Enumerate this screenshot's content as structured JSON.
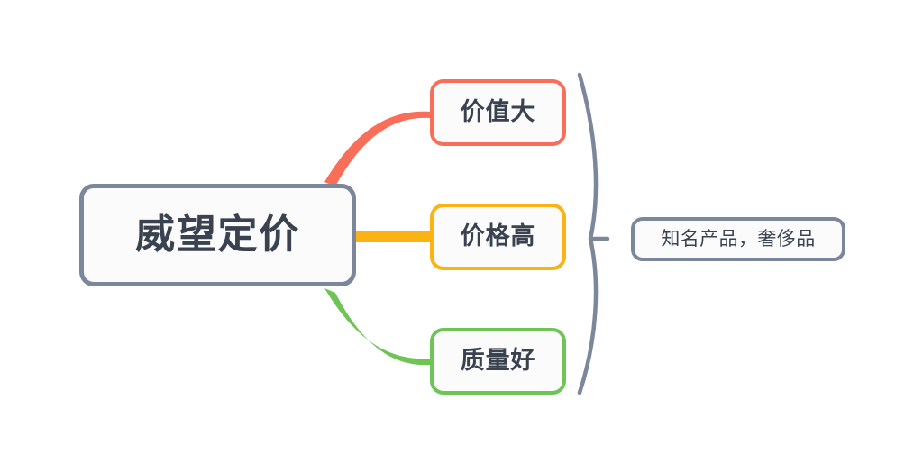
{
  "diagram": {
    "type": "mind-map",
    "background_color": "#ffffff",
    "root": {
      "label": "威望定价",
      "border_color": "#7d879b",
      "fill_color": "#fbfbfc",
      "text_color": "#3a4250"
    },
    "branches": [
      {
        "label": "价值大",
        "border_color": "#f96e58",
        "connector_color": "#f96e58",
        "connector_style": "curve-up"
      },
      {
        "label": "价格高",
        "border_color": "#fbb313",
        "connector_color": "#fbb313",
        "connector_style": "straight"
      },
      {
        "label": "质量好",
        "border_color": "#6ec455",
        "connector_color": "#6ec455",
        "connector_style": "curve-down"
      }
    ],
    "brace": {
      "color": "#7d879b",
      "orientation": "right"
    },
    "summary": {
      "label": "知名产品，奢侈品",
      "border_color": "#7d879b",
      "fill_color": "#fbfbfc",
      "text_color": "#3a4250"
    }
  }
}
